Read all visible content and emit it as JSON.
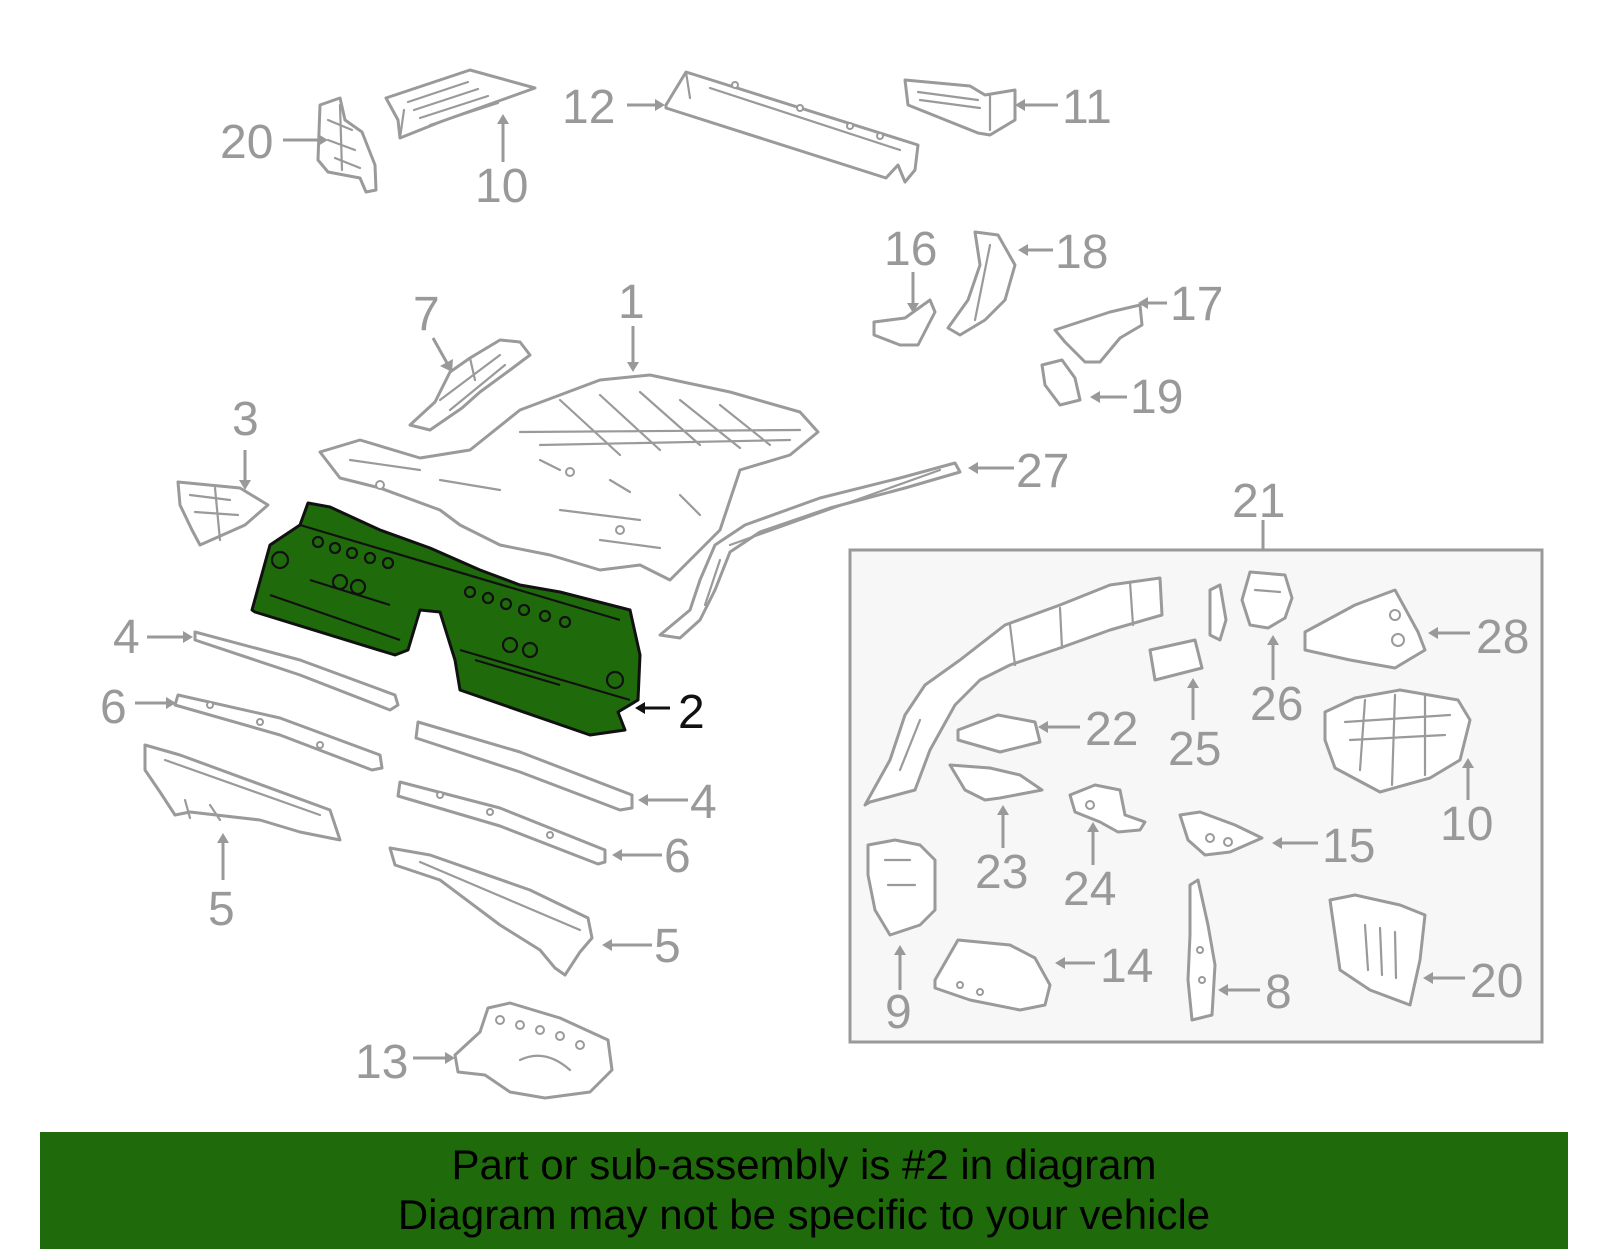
{
  "colors": {
    "highlight": "#1f6b0c",
    "outline": "#9a9a9a",
    "banner_bg": "#1f6b0c"
  },
  "diagram": {
    "highlighted_part": "2",
    "callouts": {
      "c20a": "20",
      "c10a": "10",
      "c12": "12",
      "c11": "11",
      "c7": "7",
      "c1": "1",
      "c16": "16",
      "c18": "18",
      "c17": "17",
      "c19": "19",
      "c3": "3",
      "c27": "27",
      "c21": "21",
      "c2": "2",
      "c4a": "4",
      "c6a": "6",
      "c5a": "5",
      "c4b": "4",
      "c6b": "6",
      "c5b": "5",
      "c13": "13",
      "c28": "28",
      "c26": "26",
      "c25": "25",
      "c22": "22",
      "c10b": "10",
      "c23": "23",
      "c24": "24",
      "c15": "15",
      "c9": "9",
      "c14": "14",
      "c8": "8",
      "c20b": "20"
    }
  },
  "banner": {
    "line1": "Part or sub-assembly is #2 in diagram",
    "line2": "Diagram may not be specific to your vehicle"
  }
}
